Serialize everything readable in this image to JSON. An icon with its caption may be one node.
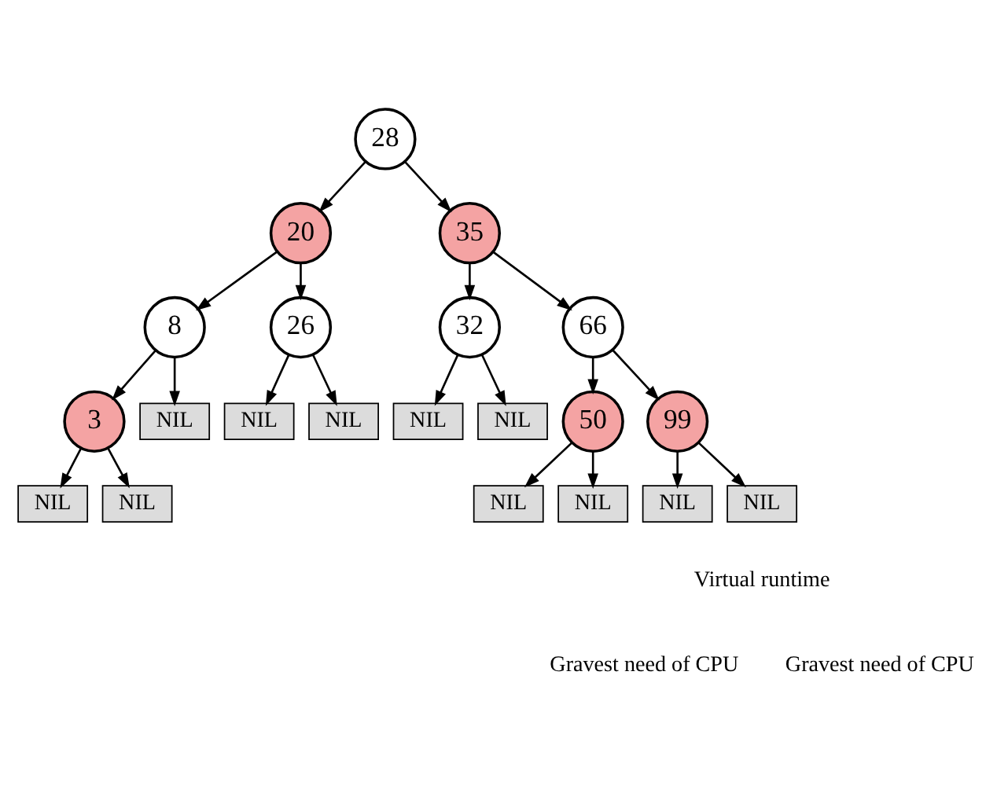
{
  "diagram": {
    "nodes": [
      {
        "text": [
          "28"
        ]
      },
      {
        "text": [
          "20"
        ]
      },
      {
        "text": [
          "35"
        ]
      },
      {
        "text": [
          "8"
        ]
      },
      {
        "text": [
          "26"
        ]
      },
      {
        "text": [
          "32"
        ]
      },
      {
        "text": [
          "66"
        ]
      },
      {
        "text": [
          "NIL"
        ]
      },
      {
        "text": [
          "NIL"
        ]
      },
      {
        "text": [
          "NIL"
        ]
      },
      {
        "text": [
          "NIL"
        ]
      },
      {
        "text": [
          "NIL"
        ]
      },
      {
        "text": [
          "3"
        ]
      },
      {
        "text": [
          "50"
        ]
      },
      {
        "text": [
          "99"
        ]
      },
      {
        "text": [
          "NIL"
        ]
      },
      {
        "text": [
          "NIL"
        ]
      },
      {
        "text": [
          "NIL"
        ]
      },
      {
        "text": [
          "NIL"
        ]
      },
      {
        "text": [
          "NIL"
        ]
      },
      {
        "text": [
          "NIL"
        ]
      }
    ],
    "edges": [
      {
        "from": 0,
        "to": 1,
        "arrow": "to"
      },
      {
        "from": 0,
        "to": 2,
        "arrow": "to"
      },
      {
        "from": 1,
        "to": 3,
        "arrow": "to"
      },
      {
        "from": 1,
        "to": 4,
        "arrow": "to"
      },
      {
        "from": 2,
        "to": 5,
        "arrow": "to"
      },
      {
        "from": 2,
        "to": 6,
        "arrow": "to"
      },
      {
        "from": 3,
        "to": 12,
        "arrow": "to"
      },
      {
        "from": 3,
        "to": 7,
        "arrow": "to"
      },
      {
        "from": 4,
        "to": 8,
        "arrow": "to"
      },
      {
        "from": 4,
        "to": 9,
        "arrow": "to"
      },
      {
        "from": 5,
        "to": 10,
        "arrow": "to"
      },
      {
        "from": 5,
        "to": 11,
        "arrow": "to"
      },
      {
        "from": 6,
        "to": 13,
        "arrow": "to"
      },
      {
        "from": 6,
        "to": 14,
        "arrow": "to"
      },
      {
        "from": 12,
        "to": 15,
        "arrow": "to"
      },
      {
        "from": 12,
        "to": 16,
        "arrow": "to"
      },
      {
        "from": 13,
        "to": 17,
        "arrow": "to"
      },
      {
        "from": 13,
        "to": 18,
        "arrow": "to"
      },
      {
        "from": 14,
        "to": 19,
        "arrow": "to"
      },
      {
        "from": 14,
        "to": 20,
        "arrow": "to"
      }
    ],
    "labels": [
      "Virtual runtime",
      "Gravest need of CPU",
      "Gravest need of CPU"
    ]
  }
}
